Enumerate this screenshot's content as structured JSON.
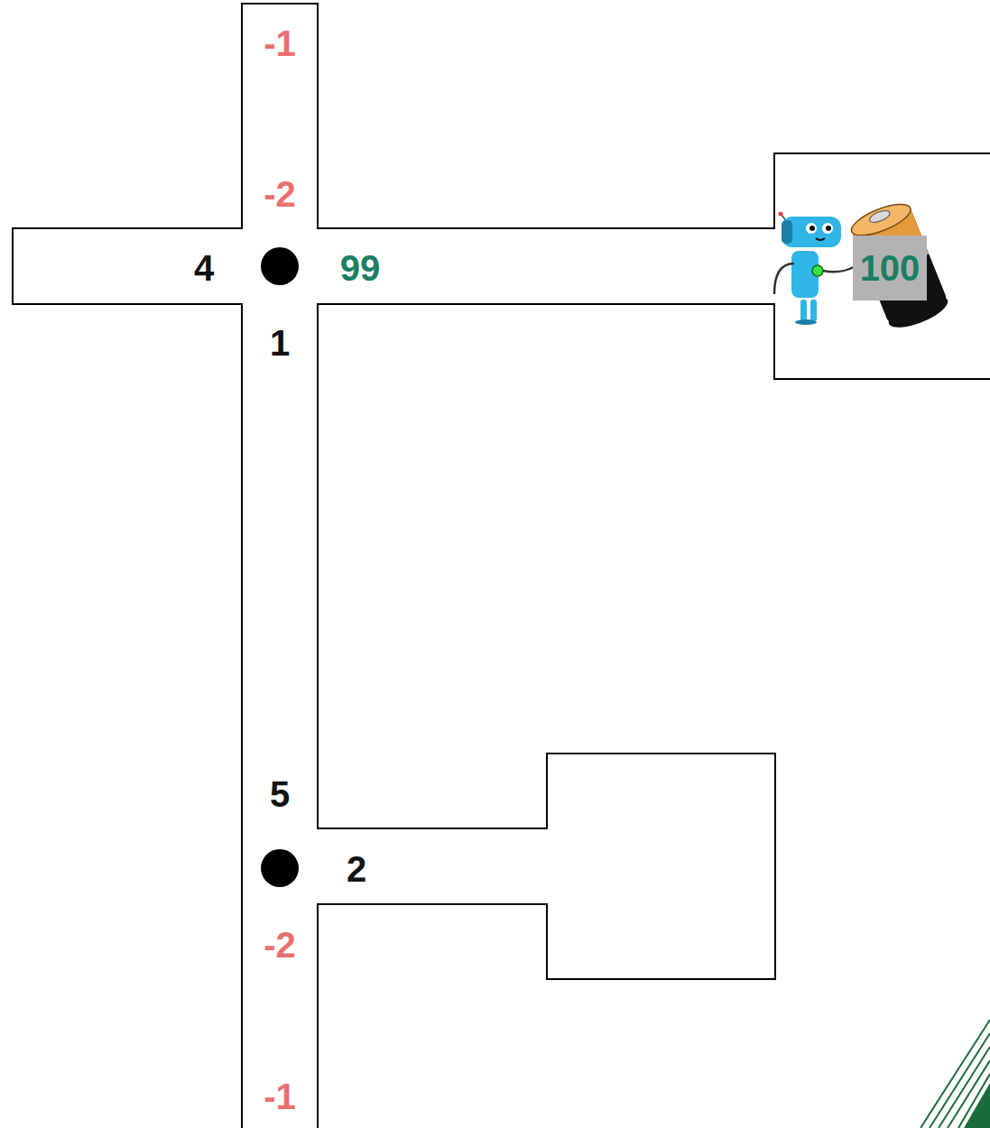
{
  "diagram": {
    "nodes": [
      {
        "text": [
          "100"
        ]
      }
    ],
    "labels": [
      "-1",
      "-2",
      "4",
      "99",
      "1",
      "5",
      "2",
      "-2",
      "-1"
    ]
  }
}
